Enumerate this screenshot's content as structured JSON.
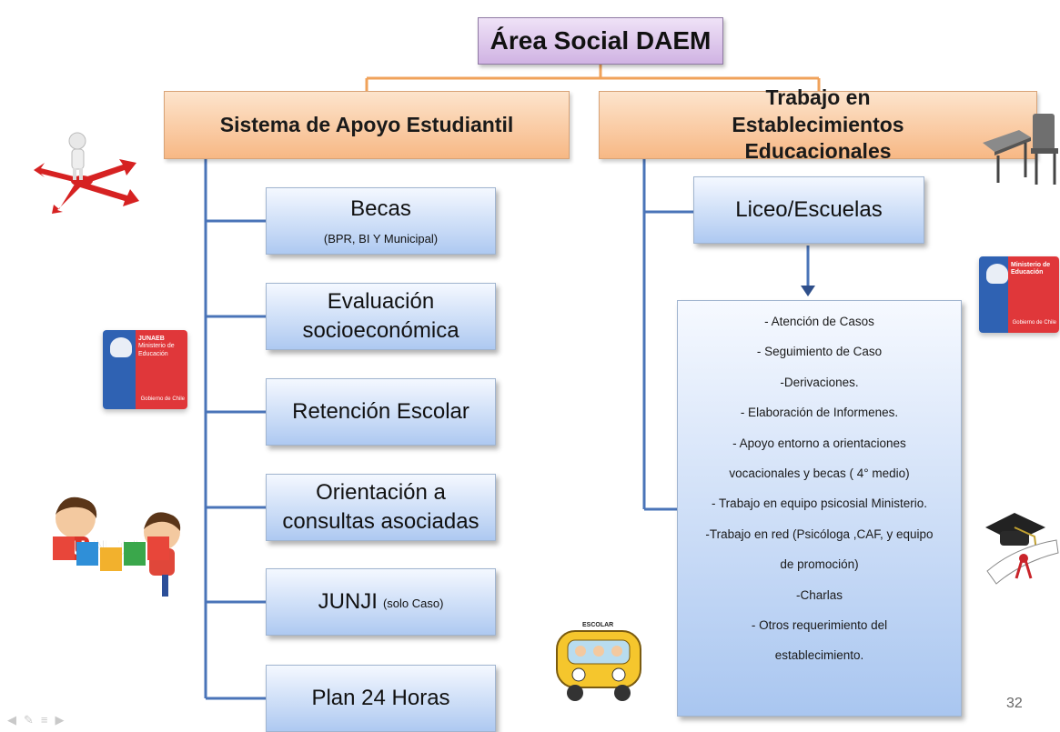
{
  "title": "Área Social DAEM",
  "left_branch": {
    "heading": "Sistema de Apoyo Estudiantil",
    "items": [
      {
        "label": "Becas",
        "sub": "(BPR, BI Y Municipal)"
      },
      {
        "label": "Evaluación socioeconómica"
      },
      {
        "label": "Retención Escolar"
      },
      {
        "label": "Orientación a consultas asociadas"
      },
      {
        "label": "JUNJI",
        "inline": "(solo Caso)"
      },
      {
        "label": "Plan 24 Horas"
      }
    ]
  },
  "right_branch": {
    "heading": "Trabajo en Establecimientos Educacionales",
    "node": "Liceo/Escuelas",
    "tasks": [
      "- Atención de Casos",
      "- Seguimiento de Caso",
      "-Derivaciones.",
      "- Elaboración de Informenes.",
      "- Apoyo entorno a orientaciones",
      "vocacionales y becas ( 4° medio)",
      "- Trabajo en equipo psicosial Ministerio.",
      "-Trabajo en red (Psicóloga ,CAF, y equipo",
      "de promoción)",
      "-Charlas",
      "- Otros requerimiento del",
      "establecimiento."
    ]
  },
  "logos": {
    "junaeb": {
      "lines": [
        "JUNAEB",
        "Ministerio de",
        "Educación"
      ],
      "footer": "Gobierno de Chile"
    },
    "mineduc": {
      "lines": [
        "Ministerio de",
        "Educación"
      ],
      "footer": "Gobierno de Chile"
    },
    "junji_blocks": "JUNJI",
    "bus_sign": "ESCOLAR"
  },
  "page_number": "32",
  "colors": {
    "connector_orange": "#f0a25a",
    "connector_blue": "#4a74b8",
    "title_purple": "#d0b3e3",
    "heading_orange": "#f7b885",
    "box_blue": "#aec9f1"
  }
}
